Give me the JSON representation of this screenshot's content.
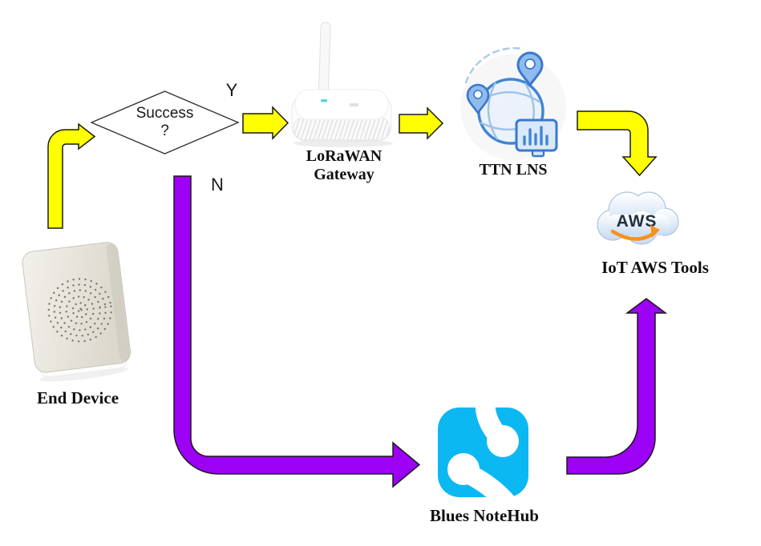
{
  "nodes": {
    "end_device": {
      "label": "End Device"
    },
    "decision": {
      "line1": "Success",
      "line2": "?"
    },
    "gateway": {
      "line1": "LoRaWAN",
      "line2": "Gateway"
    },
    "ttn": {
      "label": "TTN LNS"
    },
    "aws": {
      "label": "IoT AWS Tools",
      "logo_text": "AWS"
    },
    "notehub": {
      "label": "Blues NoteHub"
    }
  },
  "branches": {
    "yes": "Y",
    "no": "N"
  },
  "colors": {
    "success_path": "#FFFF00",
    "failure_path": "#9C00F5",
    "arrow_outline": "#1A1A1A",
    "ttn_blue": "#3A78CE",
    "ttn_fill": "#D9E9F9",
    "aws_smile": "#F6921E",
    "aws_text": "#232F3E",
    "blues_cyan": "#0CB8F2"
  }
}
